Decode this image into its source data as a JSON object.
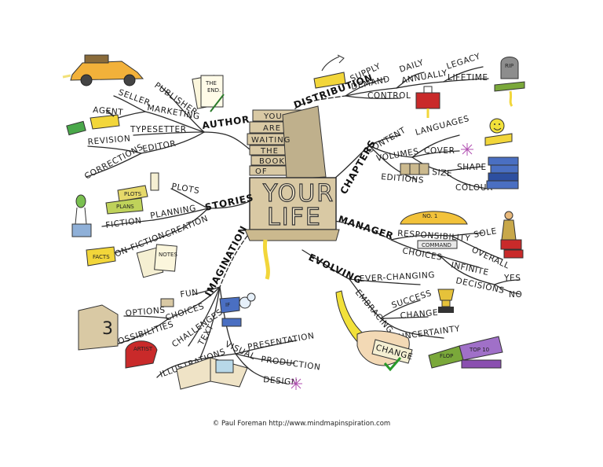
{
  "center": {
    "line1": "YOU",
    "line2": "ARE",
    "line3": "WAITING",
    "line4": "THE",
    "line5": "BOOK",
    "line6": "OF",
    "big1": "YOUR",
    "big2": "LIFE"
  },
  "author": {
    "hub": "AUTHOR",
    "publisher": "PUBLISHER",
    "seller": "SELLER",
    "marketing": "MARKETING",
    "agent": "AGENT",
    "typesetter": "TYPESETTER",
    "editor": "EDITOR",
    "revision": "REVISION",
    "corrections": "CORRECTIONS",
    "the_end_1": "THE",
    "the_end_2": "END."
  },
  "distribution": {
    "hub": "DISTRIBUTION",
    "supply": "SUPPLY",
    "demand": "DEMAND",
    "control": "CONTROL",
    "daily": "DAILY",
    "annually": "ANNUALLY",
    "legacy": "LEGACY",
    "lifetime": "LIFETIME",
    "rip": "RIP"
  },
  "chapters": {
    "hub": "CHAPTERS",
    "content": "CONTENT",
    "volumes": "VOLUMES",
    "editions": "EDITIONS",
    "languages": "LANGUAGES",
    "cover": "COVER",
    "size": "SIZE",
    "shape": "SHAPE",
    "colour": "COLOUR"
  },
  "stories": {
    "hub": "STORIES",
    "plots": "PLOTS",
    "planning": "PLANNING",
    "fiction": "FICTION",
    "creation": "CREATION",
    "non_fiction": "NON-FICTION",
    "book_plots": "PLOTS",
    "book_plans": "PLANS",
    "book_facts": "FACTS",
    "book_notes": "NOTES"
  },
  "manager": {
    "hub": "MANAGER",
    "responsibility": "RESPONSIBILITY",
    "sole": "SOLE",
    "overall": "OVERALL",
    "choices": "CHOICES",
    "infinite": "INFINITE",
    "decisions": "DECISIONS",
    "yes": "YES",
    "no": "NO",
    "badge": "NO. 1",
    "command": "COMMAND"
  },
  "evolving": {
    "hub": "EVOLVING",
    "ever_changing": "EVER-CHANGING",
    "embracing": "EMBRACING",
    "success": "SUCCESS",
    "change_1": "CHANGE",
    "uncertainty": "UNCERTAINTY",
    "change_2": "CHANGE",
    "flop": "FLOP",
    "top10": "TOP 10"
  },
  "imagination": {
    "hub": "IMAGINATION",
    "fun": "FUN",
    "choices": "CHOICES",
    "options": "OPTIONS",
    "possibilities": "POSSIBILITIES",
    "challenges": "CHALLENGES",
    "text": "TEXT",
    "illustrations": "ILLUSTRATIONS",
    "visual": "VISUAL",
    "presentation": "PRESENTATION",
    "production": "PRODUCTION",
    "design": "DESIGN",
    "num3": "3",
    "if": "IF",
    "artist": "ARTIST"
  },
  "footer": {
    "copyright": "© Paul Foreman http://www.mindmapinspiration.com"
  },
  "colors": {
    "book": "#d9c9a4",
    "stroke": "#2b2b2b",
    "yellow": "#f2d63a",
    "blue": "#4a6fc2",
    "green": "#7aa83a",
    "red": "#c92a2a",
    "purple": "#8a4fb0",
    "orange": "#f08a2a"
  }
}
